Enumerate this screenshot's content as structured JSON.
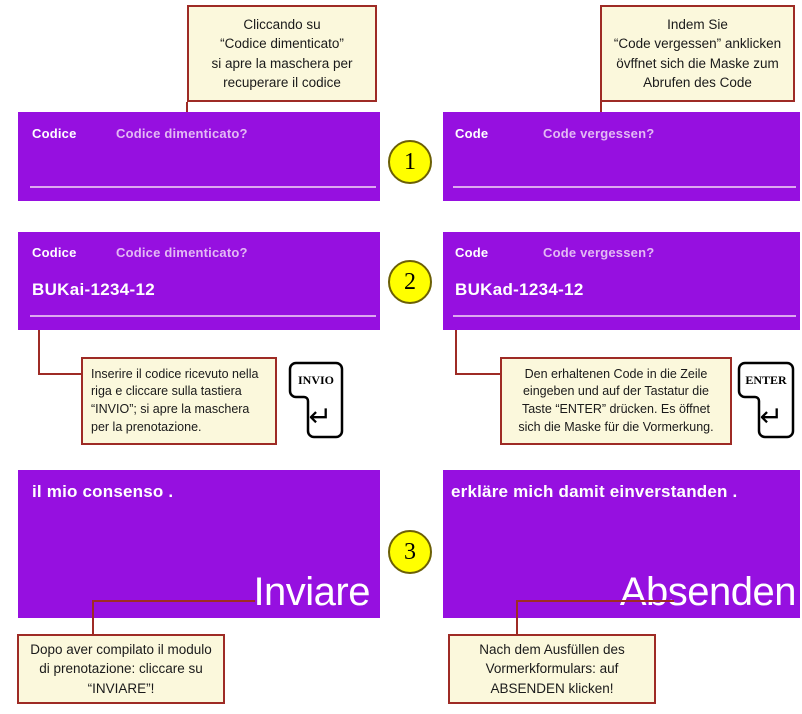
{
  "colors": {
    "panel_purple": "#9610E0",
    "note_fill": "#FBF8DC",
    "note_border": "#9E2B25",
    "step_circle": "#FFFF00",
    "connector": "#9E2B25",
    "panel_text": "#FFFFFF",
    "panel_text_dim": "#E3B9F4"
  },
  "steps": [
    {
      "number": "1"
    },
    {
      "number": "2"
    },
    {
      "number": "3"
    }
  ],
  "rows": [
    {
      "id": "row-1-forgot-code",
      "it": {
        "note": "Cliccando su\n“Codice dimenticato”\nsi apre la maschera per\nrecuperare il codice",
        "panel": {
          "field_label": "Codice",
          "link_label": "Codice dimenticato?"
        }
      },
      "de": {
        "note": "Indem Sie\n“Code vergessen” anklicken\növffnet sich die Maske zum\nAbrufen des Code",
        "panel": {
          "field_label": "Code",
          "link_label": "Code vergessen?"
        }
      }
    },
    {
      "id": "row-2-enter-code",
      "it": {
        "note": "Inserire il codice ricevuto nella\nriga e cliccare sulla tastiera\n“INVIO”; si apre la maschera\nper la prenotazione.",
        "key_label": "INVIO",
        "key_glyph": "↵",
        "panel": {
          "field_label": "Codice",
          "link_label": "Codice dimenticato?",
          "code_value": "BUKai-1234-12"
        }
      },
      "de": {
        "note": "Den erhaltenen Code in die Zeile\neingeben und auf der Tastatur die\nTaste “ENTER” drücken. Es öffnet\nsich die Maske für die Vormerkung.",
        "key_label": "ENTER",
        "key_glyph": "↵",
        "panel": {
          "field_label": "Code",
          "link_label": "Code vergessen?",
          "code_value": "BUKad-1234-12"
        }
      }
    },
    {
      "id": "row-3-submit",
      "it": {
        "note": "Dopo aver compilato il modulo\ndi prenotazione: cliccare su\n“INVIARE”!",
        "panel": {
          "consent_text": "il mio consenso .",
          "submit_label": "Inviare"
        }
      },
      "de": {
        "note": "Nach dem Ausfüllen des\nVormerkformulars: auf\nABSENDEN klicken!",
        "panel": {
          "consent_text": "erkläre mich damit einverstanden .",
          "submit_label": "Absenden"
        }
      }
    }
  ]
}
